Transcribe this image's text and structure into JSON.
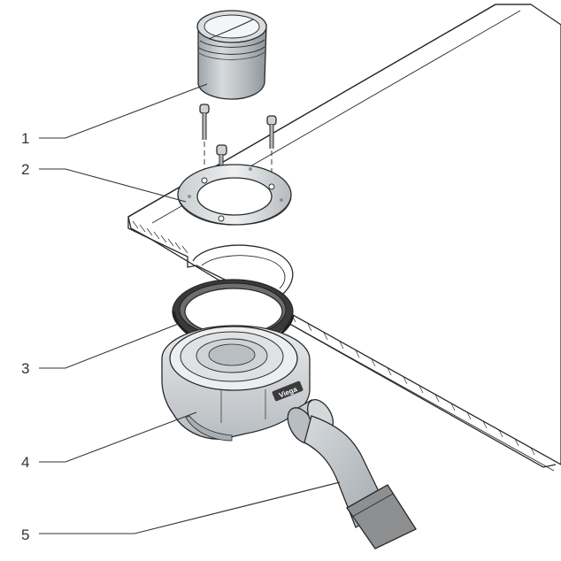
{
  "callouts": [
    {
      "id": "1",
      "label": "1"
    },
    {
      "id": "2",
      "label": "2"
    },
    {
      "id": "3",
      "label": "3"
    },
    {
      "id": "4",
      "label": "4"
    },
    {
      "id": "5",
      "label": "5"
    }
  ],
  "parts": {
    "logo_text": "Viega"
  },
  "colors": {
    "line": "#2a2a2a",
    "metal_light": "#e3e5e7",
    "metal_mid": "#c4c8cb",
    "metal_dark": "#9aa0a5",
    "seal_dark": "#2b2b2b",
    "sleeve": "#b9bec2",
    "pipe_end": "#8d8f91"
  }
}
